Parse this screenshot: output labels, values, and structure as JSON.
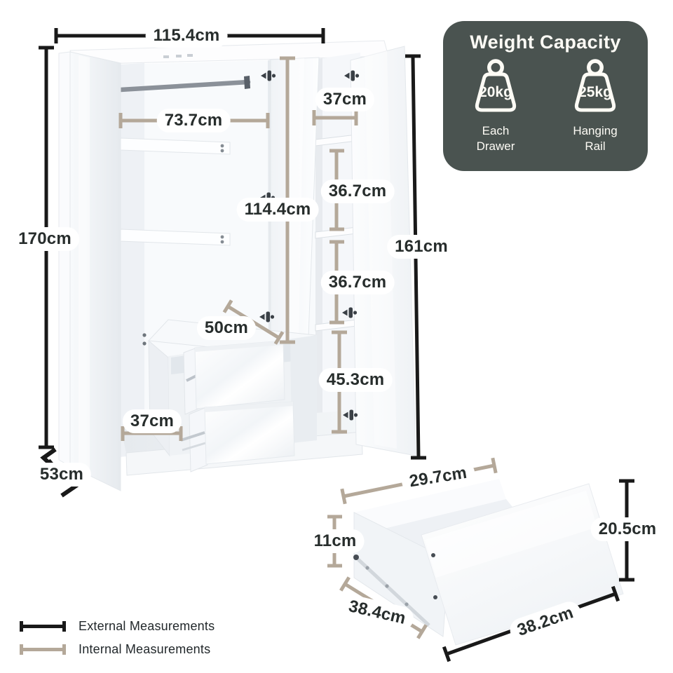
{
  "badge": {
    "title": "Weight Capacity",
    "items": [
      {
        "icon": "weight-icon",
        "value": "20kg",
        "label": "Each\nDrawer"
      },
      {
        "icon": "weight-icon",
        "value": "25kg",
        "label": "Hanging\nRail"
      }
    ]
  },
  "wardrobe": {
    "external": {
      "width": "115.4cm",
      "height_left": "170cm",
      "height_right": "161cm",
      "depth": "53cm"
    },
    "internal": {
      "hanging_rail_width": "73.7cm",
      "shelf_width": "37cm",
      "left_section_height": "114.4cm",
      "shelf_gap_upper": "36.7cm",
      "shelf_gap_lower": "36.7cm",
      "lower_right_height": "45.3cm",
      "drawer_unit_width": "50cm",
      "lower_left_width": "37cm"
    }
  },
  "drawer_detail": {
    "internal": {
      "width": "29.7cm",
      "height": "11cm",
      "depth": "38.4cm"
    },
    "external": {
      "height": "20.5cm",
      "width": "38.2cm"
    }
  },
  "legend": {
    "external_label": "External Measurements",
    "internal_label": "Internal Measurements"
  },
  "colors": {
    "external_line": "#191919",
    "internal_line": "#b4a899",
    "badge_background": "#4a5350",
    "badge_text": "#fdfbf5",
    "label_text": "#272d2c"
  }
}
